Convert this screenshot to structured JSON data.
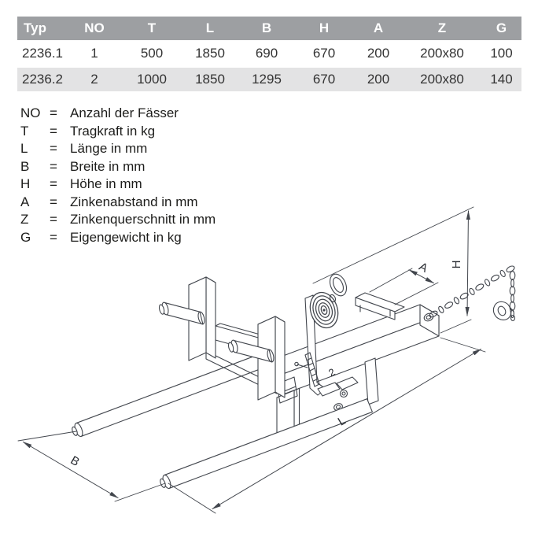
{
  "table": {
    "headers": [
      "Typ",
      "NO",
      "T",
      "L",
      "B",
      "H",
      "A",
      "Z",
      "G"
    ],
    "rows": [
      [
        "2236.1",
        "1",
        "500",
        "1850",
        "690",
        "670",
        "200",
        "200x80",
        "100"
      ],
      [
        "2236.2",
        "2",
        "1000",
        "1850",
        "1295",
        "670",
        "200",
        "200x80",
        "140"
      ]
    ]
  },
  "legend": {
    "equals": "=",
    "items": [
      {
        "key": "NO",
        "text": "Anzahl der Fässer"
      },
      {
        "key": "T",
        "text": "Tragkraft in kg"
      },
      {
        "key": "L",
        "text": "Länge in mm"
      },
      {
        "key": "B",
        "text": "Breite in mm"
      },
      {
        "key": "H",
        "text": "Höhe in mm"
      },
      {
        "key": "A",
        "text": "Zinkenabstand in mm"
      },
      {
        "key": "Z",
        "text": "Zinkenquerschnitt in mm"
      },
      {
        "key": "G",
        "text": "Eigengewicht in kg"
      }
    ]
  },
  "drawing": {
    "labels": {
      "h": "H",
      "a": "A",
      "l": "L",
      "b": "B",
      "part": "2"
    },
    "line_color": "#42464d"
  },
  "colors": {
    "header_bg": "#9d9fa2",
    "row_alt_bg": "#e3e3e4",
    "header_text": "#ffffff",
    "body_text": "#333333",
    "line": "#42464d"
  }
}
